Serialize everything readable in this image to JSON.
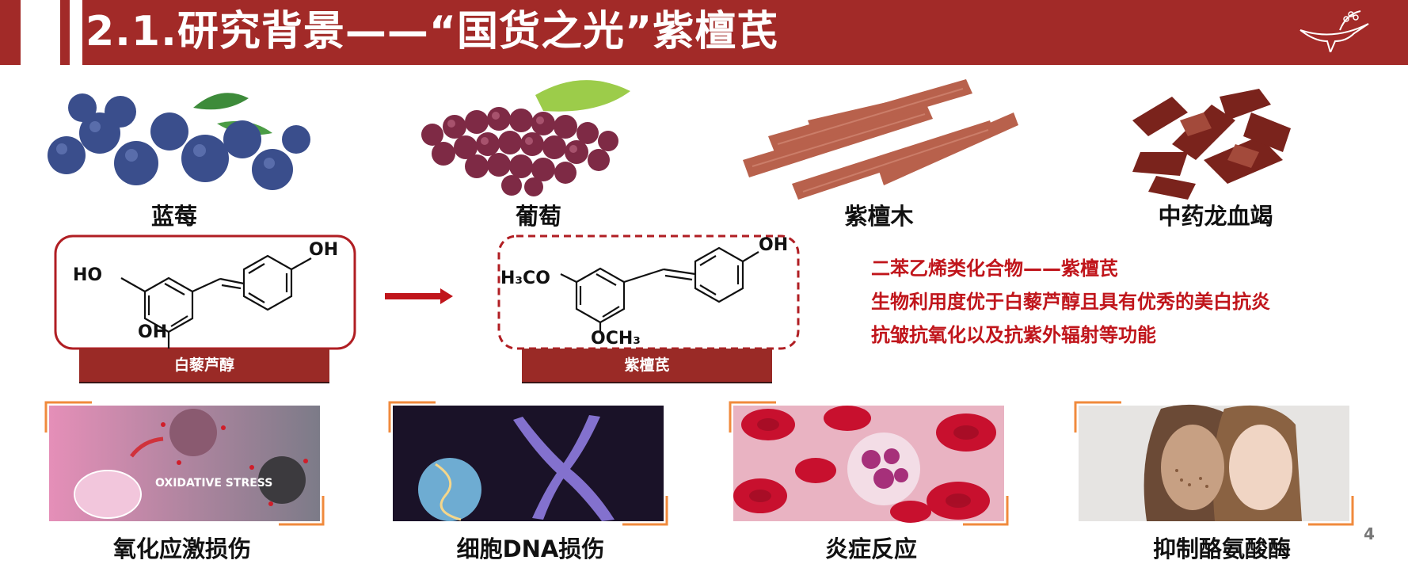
{
  "header": {
    "title": "2.1.研究背景——“国货之光”紫檀芪"
  },
  "top_items": [
    {
      "caption": "蓝莓"
    },
    {
      "caption": "葡萄"
    },
    {
      "caption": "紫檀木"
    },
    {
      "caption": "中药龙血竭"
    }
  ],
  "molecules": {
    "resveratrol": {
      "label": "白藜芦醇",
      "oh_top": "OH",
      "ho_left": "HO",
      "oh_bottom": "OH"
    },
    "pterostilbene": {
      "label": "紫檀芪",
      "oh_top": "OH",
      "h3co": "H₃CO",
      "och3": "OCH₃"
    }
  },
  "description": [
    "二苯乙烯类化合物——紫檀芪",
    "生物利用度优于白藜芦醇且具有优秀的美白抗炎",
    "抗皱抗氧化以及抗紫外辐射等功能"
  ],
  "bottom_items": [
    {
      "caption": "氧化应激损伤",
      "overlay": "OXIDATIVE STRESS"
    },
    {
      "caption": "细胞DNA损伤"
    },
    {
      "caption": "炎症反应"
    },
    {
      "caption": "抑制酪氨酸酶"
    }
  ],
  "page_number": "4",
  "colors": {
    "brand_red": "#a22a28",
    "text_red": "#c0151b",
    "frame_orange": "#f08a3c"
  }
}
